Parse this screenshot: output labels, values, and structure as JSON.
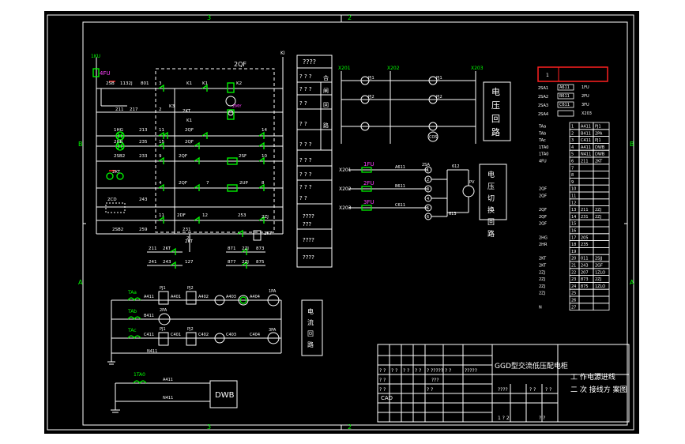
{
  "colors": {
    "background": "#000000",
    "line": "#ffffff",
    "green": "#00ff00",
    "magenta": "#ff40ff",
    "red": "#ff2020",
    "yellow": "#ffff00",
    "blue": "#40a0ff"
  },
  "frame": {
    "zone_top_left": "3",
    "zone_top_right": "2",
    "zone_bottom_left": "3",
    "zone_bottom_right": "2",
    "zone_left_b": "B",
    "zone_left_a": "A",
    "zone_right_b": "B",
    "zone_right_a": "A"
  },
  "left_circuit": {
    "bus_left": "1KU",
    "bus_right": "KI",
    "fuse_top": "4FU",
    "breaker_box": "2QF",
    "labels": [
      "2SB",
      "1132J",
      "801",
      "3",
      "K1",
      "K1",
      "K2",
      "2MY",
      "211",
      "217",
      "2",
      "K3",
      "2KT",
      "K1",
      "1HG",
      "213",
      "11",
      "2QF",
      "14",
      "2HR",
      "235",
      "15",
      "2QF",
      "2SB2",
      "233",
      "9",
      "2QF",
      "2SF",
      "10",
      "2KT",
      "4",
      "2QF",
      "7",
      "2UP",
      "8",
      "2CD",
      "243",
      "11",
      "2DF",
      "12",
      "253",
      "2ZJ",
      "2SB2",
      "259",
      "231",
      "2J",
      "2KT",
      "2KT",
      "211",
      "2KT",
      "871",
      "2ZJ",
      "873",
      "241",
      "243",
      "127",
      "877",
      "2ZJ",
      "875"
    ]
  },
  "mid_legend": {
    "header": "????",
    "rows": [
      {
        "left": "? ? ?",
        "right": "合"
      },
      {
        "left": "? ? ?",
        "right": "闸"
      },
      {
        "left": "? ?",
        "right": "回"
      },
      {
        "left": "? ?",
        "right": "路"
      },
      {
        "left": "? ? ?",
        "right": ""
      },
      {
        "left": "? ? ?",
        "right": ""
      },
      {
        "left": "? ? ?",
        "right": ""
      },
      {
        "left": "? ? ?",
        "right": ""
      },
      {
        "left": "? ?",
        "right": ""
      }
    ],
    "bottom_rows": [
      "????",
      "???",
      "????",
      "????"
    ]
  },
  "voltage_circuit": {
    "buses": [
      "X201",
      "X202",
      "X203"
    ],
    "meters": [
      "PJ1",
      "PJ2",
      "PJ3",
      "PJ1",
      "PJ2",
      "PJ3",
      "COS"
    ],
    "title": "电 压 回 路"
  },
  "switch_circuit": {
    "inputs": [
      "X201",
      "X202",
      "X203"
    ],
    "fuses": [
      "1FU",
      "2FU",
      "3FU"
    ],
    "wires": [
      "A611",
      "B611",
      "C611"
    ],
    "switch": "2SA",
    "terminals": [
      "1",
      "2",
      "3",
      "4",
      "5",
      "6"
    ],
    "labels": [
      "612",
      "613"
    ],
    "meter": "PV",
    "title": "电 压 切 换 回 路"
  },
  "current_circuit": {
    "rows": [
      {
        "ta": "TAa",
        "wire": "A411",
        "terminals": [
          "A401",
          "A402",
          "A403",
          "A404"
        ],
        "meters": [
          "PJ1",
          "PJ2",
          "1PA"
        ]
      },
      {
        "ta": "TAb",
        "wire": "B411",
        "terminals": [
          "2PA"
        ],
        "meters": [
          "2PA"
        ]
      },
      {
        "ta": "TAc",
        "wire": "C411",
        "terminals": [
          "C401",
          "C402",
          "C403",
          "C404"
        ],
        "meters": [
          "PJ1",
          "PJ2",
          "3PA"
        ]
      }
    ],
    "neutral": "N411",
    "title": "电 流 回 路"
  },
  "dwb": {
    "ta": "1TA0",
    "wire1": "A411",
    "wire2": "N411",
    "label": "DWB"
  },
  "terminal_table": {
    "header_left": "1",
    "top_rows": [
      {
        "a": "2SA1",
        "b": "A611",
        "c": "1FU"
      },
      {
        "a": "2SA2",
        "b": "B611",
        "c": "2FU"
      },
      {
        "a": "2SA3",
        "b": "C611",
        "c": "3FU"
      },
      {
        "a": "2SA4",
        "b": "",
        "c": "X203"
      }
    ],
    "rows": [
      {
        "n": "1",
        "a": "TAa",
        "b": "A411",
        "c": "PJ1"
      },
      {
        "n": "2",
        "a": "TAb",
        "b": "B411",
        "c": "2PA"
      },
      {
        "n": "3",
        "a": "TAc",
        "b": "C411",
        "c": "PJ1"
      },
      {
        "n": "4",
        "a": "1TA0",
        "b": "A411",
        "c": "DWB"
      },
      {
        "n": "5",
        "a": "1TA0",
        "b": "N411",
        "c": "DWB"
      },
      {
        "n": "6",
        "a": "4FU",
        "b": "211",
        "c": "2KT"
      },
      {
        "n": "7",
        "a": "",
        "b": "",
        "c": ""
      },
      {
        "n": "8",
        "a": "",
        "b": "",
        "c": ""
      },
      {
        "n": "9",
        "a": "",
        "b": "",
        "c": ""
      },
      {
        "n": "10",
        "a": "2QF",
        "b": "",
        "c": ""
      },
      {
        "n": "11",
        "a": "2QF",
        "b": "",
        "c": ""
      },
      {
        "n": "12",
        "a": "",
        "b": "",
        "c": ""
      },
      {
        "n": "13",
        "a": "2QF",
        "b": "211",
        "c": "2ZJ"
      },
      {
        "n": "14",
        "a": "2QF",
        "b": "231",
        "c": "2ZJ"
      },
      {
        "n": "15",
        "a": "2QF",
        "b": "",
        "c": ""
      },
      {
        "n": "16",
        "a": "",
        "b": "",
        "c": ""
      },
      {
        "n": "17",
        "a": "2HG",
        "b": "205",
        "c": ""
      },
      {
        "n": "18",
        "a": "2HR",
        "b": "235",
        "c": ""
      },
      {
        "n": "19",
        "a": "",
        "b": "",
        "c": ""
      },
      {
        "n": "20",
        "a": "2KT",
        "b": "011",
        "c": "2SJJ"
      },
      {
        "n": "21",
        "a": "2KT",
        "b": "243",
        "c": "2GF"
      },
      {
        "n": "22",
        "a": "2ZJ",
        "b": "207",
        "c": "1ZLO"
      },
      {
        "n": "23",
        "a": "2ZJ",
        "b": "873",
        "c": "2ZJ"
      },
      {
        "n": "24",
        "a": "2ZJ",
        "b": "875",
        "c": "1ZLO"
      },
      {
        "n": "25",
        "a": "2ZJ",
        "b": "",
        "c": ""
      },
      {
        "n": "26",
        "a": "",
        "b": "",
        "c": ""
      },
      {
        "n": "27",
        "a": "N",
        "b": "",
        "c": ""
      }
    ]
  },
  "title_block": {
    "product": "GGD型交流低压配电柜",
    "drawing_line1": "工 作电源进线",
    "drawing_line2": "二 次 接线方 案图",
    "cells_row1": [
      "? ?",
      "? ?",
      "? ?",
      "? ?",
      "? ?????",
      "? ?",
      "?????"
    ],
    "cells_row2": [
      "? ?",
      "???"
    ],
    "cells_row3": [
      "? ?",
      "? ?"
    ],
    "cells_mid": [
      "????",
      "? ?",
      "? ?"
    ],
    "cad": "CAD",
    "cells_bottom": [
      "1 ? 2",
      "? ?"
    ]
  }
}
